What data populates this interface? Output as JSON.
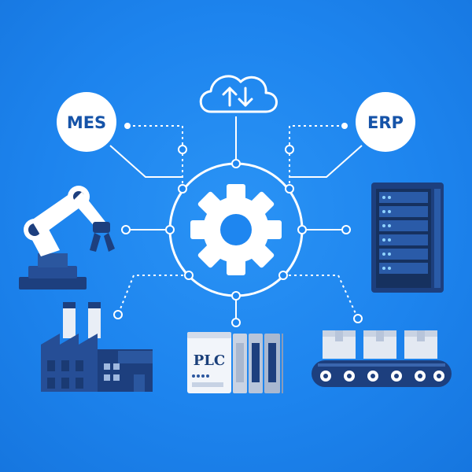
{
  "nodes": {
    "mes": {
      "label": "MES"
    },
    "erp": {
      "label": "ERP"
    },
    "plc": {
      "label": "PLC"
    }
  },
  "colors": {
    "background": "#1E86F0",
    "line": "#FFFFFF",
    "navy": "#1D3F7E",
    "label_blue": "#1553A8"
  },
  "icons": {
    "center": "gear-icon",
    "top": "cloud-sync-icon",
    "left": "robot-arm-icon",
    "right": "server-rack-icon",
    "bottom_left": "factory-icon",
    "bottom_center": "plc-controller-icon",
    "bottom_right": "conveyor-belt-icon"
  }
}
